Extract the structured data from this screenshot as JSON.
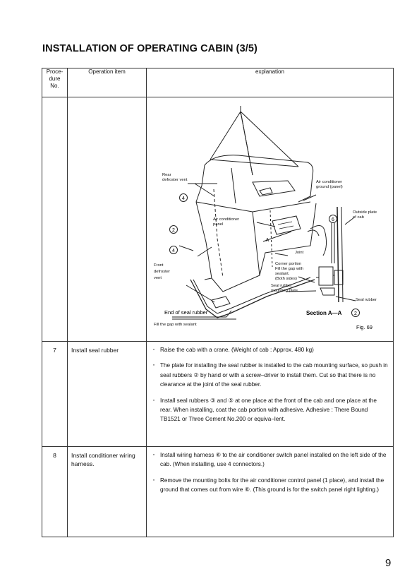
{
  "title": "INSTALLATION OF OPERATING CABIN (3/5)",
  "page_number": "9",
  "table": {
    "headers": {
      "procedure_no": "Proce-\ndure\nNo.",
      "operation_item": "Operation item",
      "explanation": "explanation"
    },
    "figure": {
      "caption": "Fig. 69",
      "labels": {
        "rear_defroster_vent": [
          "Rear",
          "defroster vent"
        ],
        "air_conditioner_ground": [
          "Air conditioner",
          "ground (panel)"
        ],
        "outside_plate": [
          "Outside plate",
          "of cab"
        ],
        "air_conditioner_panel": [
          "Air conditioner",
          "panel"
        ],
        "front_defroster_vent": [
          "Front",
          "defroster",
          "vent"
        ],
        "joint": "Joint",
        "corner_portion": [
          "Corner portion",
          "Fill the gap with",
          "sealant.",
          "(Both sides)"
        ],
        "seal_rubber_plate": [
          "Seal rubber",
          "mounting plate"
        ],
        "seal_rubber": "Seal rubber",
        "section": "Section A—A",
        "end_seal_rubber": "End of seal rubber",
        "fill_gap": "Fill the gap with sealant",
        "marker_a": "A",
        "num_2": "2",
        "num_4": "4",
        "num_6": "6"
      }
    },
    "rows": [
      {
        "no": "7",
        "item": "Install seal rubber",
        "bullets": [
          "Raise the cab with a crane. (Weight of cab : Approx. 480  kg)",
          "The plate for installing the seal rubber is installed to the cab mounting surface, so push in seal rubbers ② by hand or with a screw–driver to install them. Cut so that there is no clearance at the joint of the seal rubber.",
          "Install seal rubbers ③ and ⑤ at one place at the front of the cab and one place at the rear. When installing, coat the cab portion with adhesive. Adhesive : There Bound TB1521 or Three Cement No.200 or equiva–lent."
        ]
      },
      {
        "no": "8",
        "item": "Install conditioner wiring harness.",
        "bullets": [
          "Install wiring harness ⑥ to the air conditioner switch panel installed on the left side of the cab. (When installing, use 4 connectors.)",
          "Remove the mounting bolts for the air conditioner control panel (1 place), and install the ground that comes out from wire ⑥. (This ground is for the switch panel right lighting.)"
        ]
      }
    ]
  }
}
